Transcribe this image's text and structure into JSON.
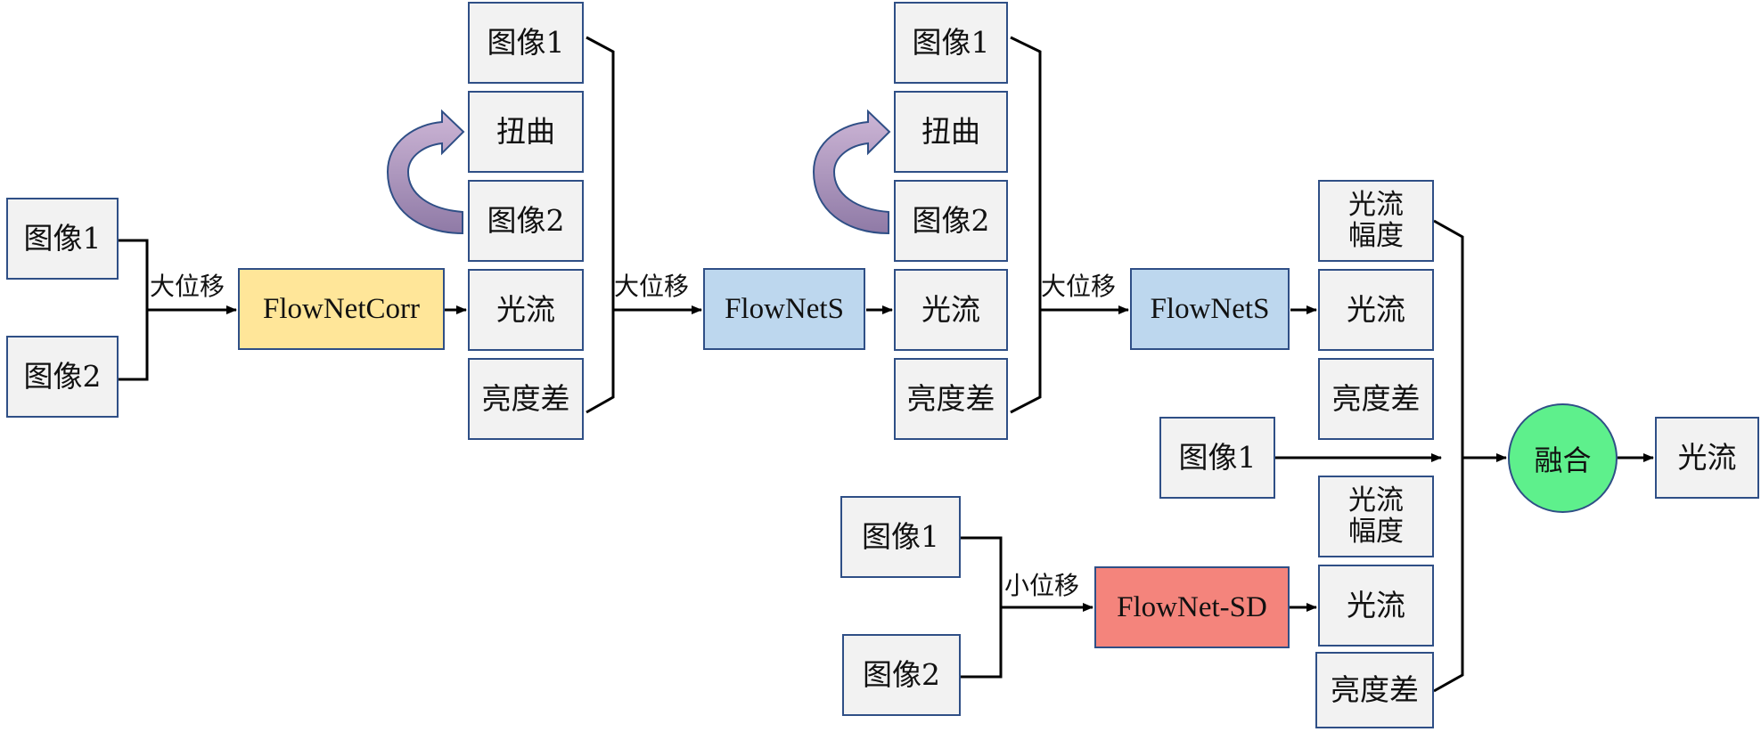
{
  "labels": {
    "image1": "图像1",
    "image2": "图像2",
    "warp": "扭曲",
    "flow": "光流",
    "brightness_diff": "亮度差",
    "flow_magnitude_line1": "光流",
    "flow_magnitude_line2": "幅度",
    "large_displacement": "大位移",
    "small_displacement": "小位移",
    "fusion": "融合",
    "flownet_corr": "FlowNetCorr",
    "flownet_s": "FlowNetS",
    "flownet_sd": "FlowNet-SD"
  },
  "colors": {
    "box_fill": "#f2f2f2",
    "box_border": "#2f4f86",
    "flownet_corr": "#ffe699",
    "flownet_s": "#bdd7ee",
    "flownet_sd": "#f4847c",
    "fusion": "#5ef08c",
    "warp_arrow": "#b496bf",
    "line": "#000000"
  }
}
